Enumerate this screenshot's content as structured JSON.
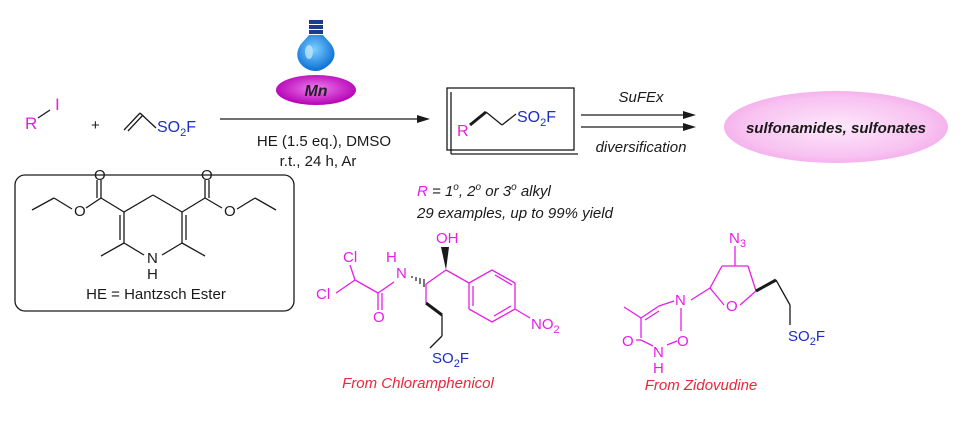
{
  "reactants": {
    "halide_R": "R",
    "halide_I": "I",
    "plus": "+",
    "vinyl_group": "SO",
    "vinyl_sub": "2",
    "vinyl_F": "F"
  },
  "catalyst": {
    "metal": "Mn"
  },
  "conditions": {
    "line1": "HE (1.5 eq.), DMSO",
    "line2": "r.t., 24 h, Ar"
  },
  "product": {
    "R": "R",
    "group": "SO",
    "sub": "2",
    "F": "F"
  },
  "scope": {
    "r_label": "R",
    "r_rest": " = 1",
    "deg1": "o",
    "mid1": ", 2",
    "deg2": "o",
    "mid2": " or 3",
    "deg3": "o",
    "tail": " alkyl",
    "examples": "29 examples, up to 99% yield"
  },
  "sufex": {
    "above": "SuFEx",
    "below": "diversification",
    "result": "sulfonamides, sulfonates"
  },
  "hantzsch": {
    "caption": "HE = Hantzsch Ester",
    "O": "O",
    "N": "N",
    "H": "H"
  },
  "chloramphenicol": {
    "caption": "From Chloramphenicol",
    "Cl": "Cl",
    "N": "N",
    "H": "H",
    "OH": "OH",
    "O": "O",
    "NO": "NO",
    "no_sub": "2",
    "SO": "SO",
    "so_sub": "2",
    "F": "F"
  },
  "zidovudine": {
    "caption": "From Zidovudine",
    "N3": "N",
    "n3_sub": "3",
    "N": "N",
    "O": "O",
    "H": "H",
    "SO": "SO",
    "so_sub": "2",
    "F": "F"
  },
  "colors": {
    "magenta": "#e61ee6",
    "blue": "#1c2ec4",
    "red": "#e8283c",
    "black": "#1a1a1a"
  },
  "icons": [
    "light-bulb-icon",
    "reaction-arrow-icon"
  ]
}
